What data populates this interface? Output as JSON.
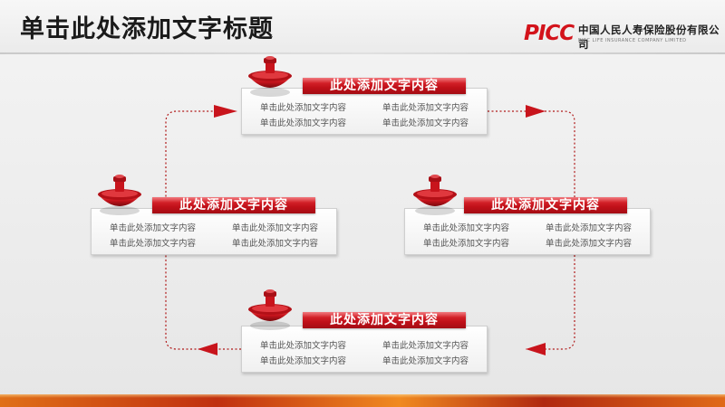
{
  "header": {
    "title": "单击此处添加文字标题",
    "logo_text": "PICC",
    "company_name": "中国人民人寿保险股份有限公司",
    "company_name_en": "PICC LIFE INSURANCE COMPANY LIMITED"
  },
  "nodes": [
    {
      "id": "top",
      "heading": "此处添加文字内容",
      "lines": [
        "单击此处添加文字内容",
        "单击此处添加文字内容",
        "单击此处添加文字内容",
        "单击此处添加文字内容"
      ]
    },
    {
      "id": "left",
      "heading": "此处添加文字内容",
      "lines": [
        "单击此处添加文字内容",
        "单击此处添加文字内容",
        "单击此处添加文字内容",
        "单击此处添加文字内容"
      ]
    },
    {
      "id": "right",
      "heading": "此处添加文字内容",
      "lines": [
        "单击此处添加文字内容",
        "单击此处添加文字内容",
        "单击此处添加文字内容",
        "单击此处添加文字内容"
      ]
    },
    {
      "id": "bottom",
      "heading": "此处添加文字内容",
      "lines": [
        "单击此处添加文字内容",
        "单击此处添加文字内容",
        "单击此处添加文字内容",
        "单击此处添加文字内容"
      ]
    }
  ],
  "colors": {
    "accent": "#c8141c",
    "connector": "#b01818"
  }
}
